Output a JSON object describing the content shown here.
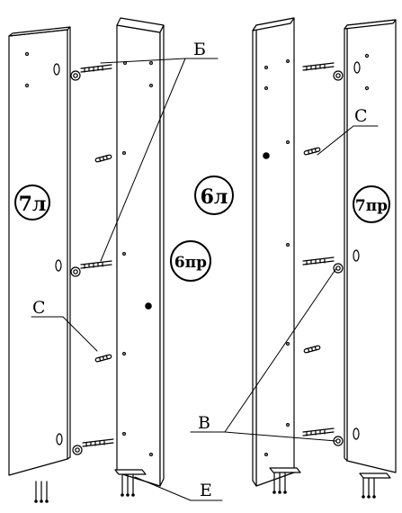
{
  "panels": {
    "left_side": "7л",
    "left_front": "6пр",
    "right_front": "6л",
    "right_side": "7пр"
  },
  "callouts": {
    "b": "Б",
    "c_left": "С",
    "c_right": "С",
    "v": "В",
    "e": "Е"
  },
  "colors": {
    "line": "#000000",
    "panel": "#ffffff"
  }
}
